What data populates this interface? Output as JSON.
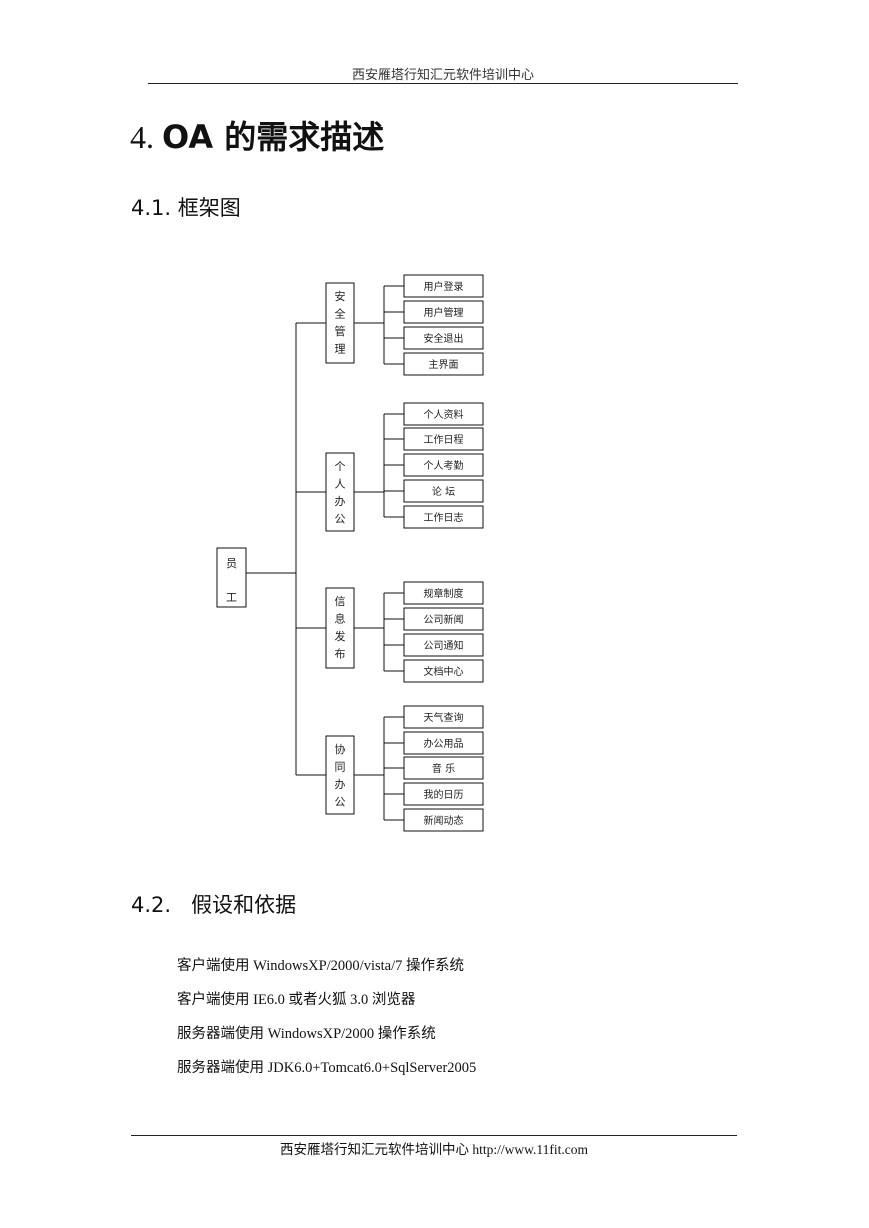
{
  "header": "西安雁塔行知汇元软件培训中心",
  "heading1": {
    "number": "4.",
    "text": "OA 的需求描述"
  },
  "heading2_framework": "4.1. 框架图",
  "heading2_assumptions": {
    "number": "4.2.",
    "text": "假设和依据"
  },
  "diagram": {
    "root": "员工",
    "groups": [
      {
        "title": "安全管理",
        "items": [
          "用户登录",
          "用户管理",
          "安全退出",
          "主界面"
        ]
      },
      {
        "title": "个人办公",
        "items": [
          "个人资料",
          "工作日程",
          "个人考勤",
          "论    坛",
          "工作日志"
        ]
      },
      {
        "title": "信息发布",
        "items": [
          "规章制度",
          "公司新闻",
          "公司通知",
          "文档中心"
        ]
      },
      {
        "title": "协同办公",
        "items": [
          "天气查询",
          "办公用品",
          "音    乐",
          "我的日历",
          "新闻动态"
        ]
      }
    ]
  },
  "paragraphs": [
    "客户端使用 WindowsXP/2000/vista/7 操作系统",
    "客户端使用 IE6.0 或者火狐 3.0 浏览器",
    "服务器端使用 WindowsXP/2000 操作系统",
    "服务器端使用 JDK6.0+Tomcat6.0+SqlServer2005"
  ],
  "footer": "西安雁塔行知汇元软件培训中心  http://www.11fit.com"
}
